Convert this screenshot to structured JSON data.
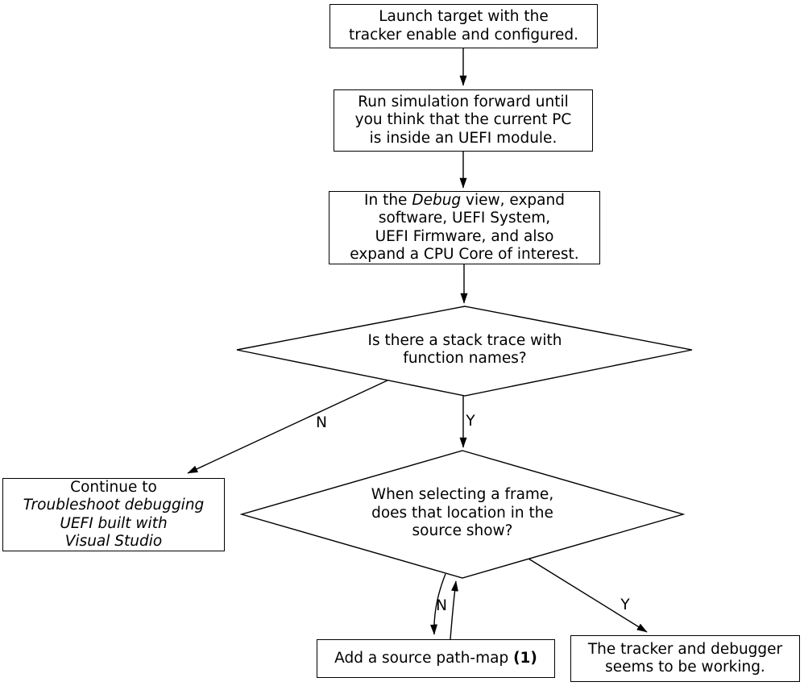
{
  "flowchart": {
    "colors": {
      "background": "#ffffff",
      "line": "#000000"
    },
    "nodes": {
      "launch": {
        "lines": [
          "Launch target with the",
          "tracker enable and configured."
        ]
      },
      "run_simulation": {
        "lines": [
          "Run simulation forward until",
          "you think that the current PC",
          "is inside an UEFI module."
        ]
      },
      "debug_view": {
        "line1_pre": "In the ",
        "line1_italic": "Debug",
        "line1_post": " view, expand",
        "line2": "software, UEFI System,",
        "line3": "UEFI Firmware, and also",
        "line4": "expand a CPU Core of interest."
      },
      "stack_trace_question": {
        "lines": [
          "Is there a stack trace with",
          "function names?"
        ]
      },
      "continue_troubleshoot": {
        "line1": "Continue to",
        "line2_italic": "Troubleshoot debugging",
        "line3_italic": "UEFI built with",
        "line4_italic": "Visual Studio"
      },
      "frame_location_question": {
        "lines": [
          "When selecting a frame,",
          "does that location in the",
          "source show?"
        ]
      },
      "add_path_map": {
        "text": "Add a source path-map ",
        "ref_bold": "(1)"
      },
      "tracker_working": {
        "lines": [
          "The tracker and debugger",
          "seems to be working."
        ]
      }
    },
    "edge_labels": {
      "stack_trace_no": "N",
      "stack_trace_yes": "Y",
      "frame_location_no": "N",
      "frame_location_yes": "Y"
    }
  }
}
